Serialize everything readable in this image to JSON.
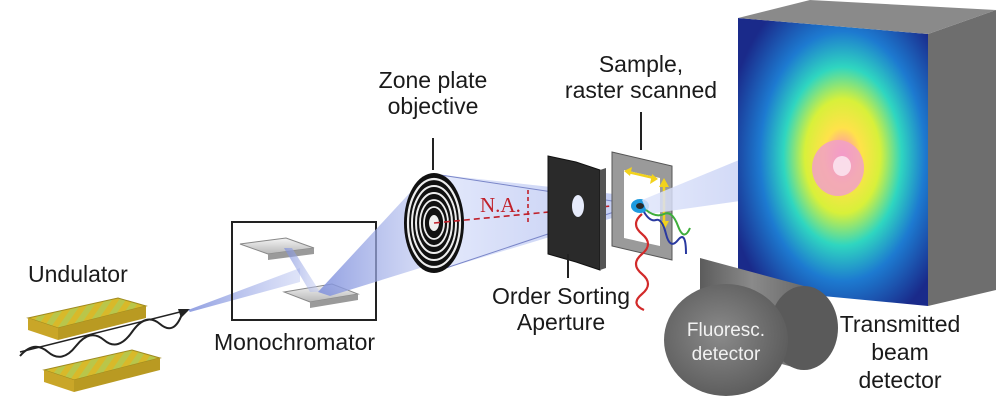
{
  "labels": {
    "undulator": "Undulator",
    "monochromator": "Monochromator",
    "zone_plate_line1": "Zone plate",
    "zone_plate_line2": "objective",
    "numerical_aperture": "N.A.",
    "order_sorting_line1": "Order Sorting",
    "order_sorting_line2": "Aperture",
    "sample_line1": "Sample,",
    "sample_line2": "raster scanned",
    "fluoresc_line1": "Fluoresc.",
    "fluoresc_line2": "detector",
    "transmitted_line1": "Transmitted",
    "transmitted_line2": "beam",
    "transmitted_line3": "detector"
  },
  "colors": {
    "beam": "#9aa8e6",
    "na_marker": "#c0202a",
    "undulator_stripe_a": "#d8b92a",
    "undulator_stripe_b": "#b9c64a",
    "scan_arrow": "#f2d21c",
    "detector_housing": "#6e6e6e"
  },
  "icons": {
    "zone_plate": "concentric-rings",
    "scan_arrows": "double-headed-arrows",
    "fluorescence": "wavy-emission-lines"
  }
}
